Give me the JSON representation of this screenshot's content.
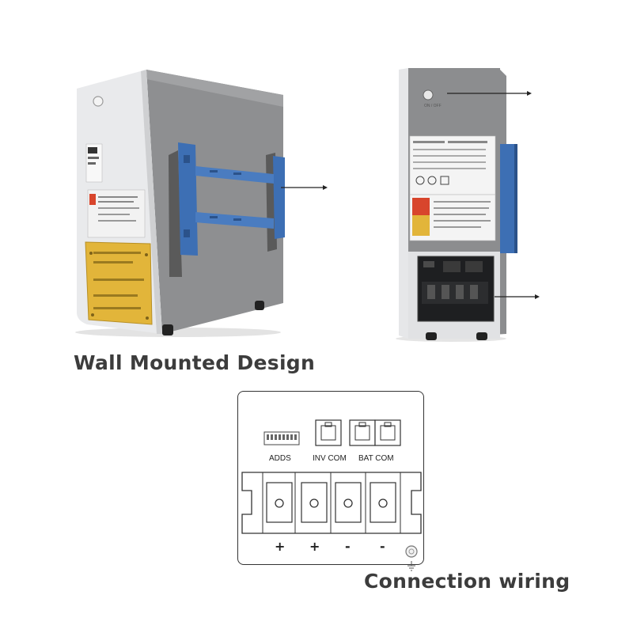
{
  "captions": {
    "wall_mounted": "Wall Mounted Design",
    "connection_wiring": "Connection wiring"
  },
  "terminal_panel": {
    "labels": {
      "adds": "ADDS",
      "inv_com": "INV COM",
      "bat_com": "BAT COM"
    },
    "polarity": [
      "+",
      "+",
      "-",
      "-"
    ]
  },
  "colors": {
    "housing_grey": "#8e8f91",
    "front_panel_white": "#e9eaec",
    "bracket_blue": "#3d6fb4",
    "warning_label_yellow": "#e2b53a",
    "warning_strip_red": "#d8452c"
  },
  "icons": [
    "power-button-icon",
    "ground-symbol-icon",
    "arrow-right-icon"
  ]
}
